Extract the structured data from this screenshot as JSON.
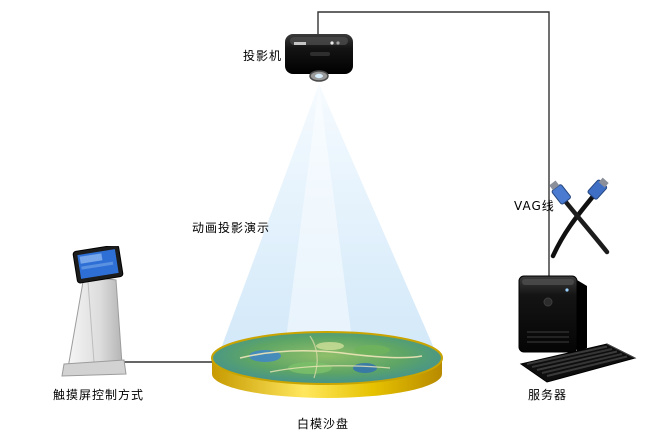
{
  "diagram": {
    "labels": {
      "projector": "投影机",
      "cable": "VAG线",
      "cone": "动画投影演示",
      "kiosk": "触摸屏控制方式",
      "sand_table": "白模沙盘",
      "server": "服务器"
    },
    "colors": {
      "line": "#333333",
      "cone_light": "#eaf6ff",
      "cone_deep": "#c3e0f6",
      "table_rim": "#e6c200",
      "label_text": "#000000"
    }
  }
}
